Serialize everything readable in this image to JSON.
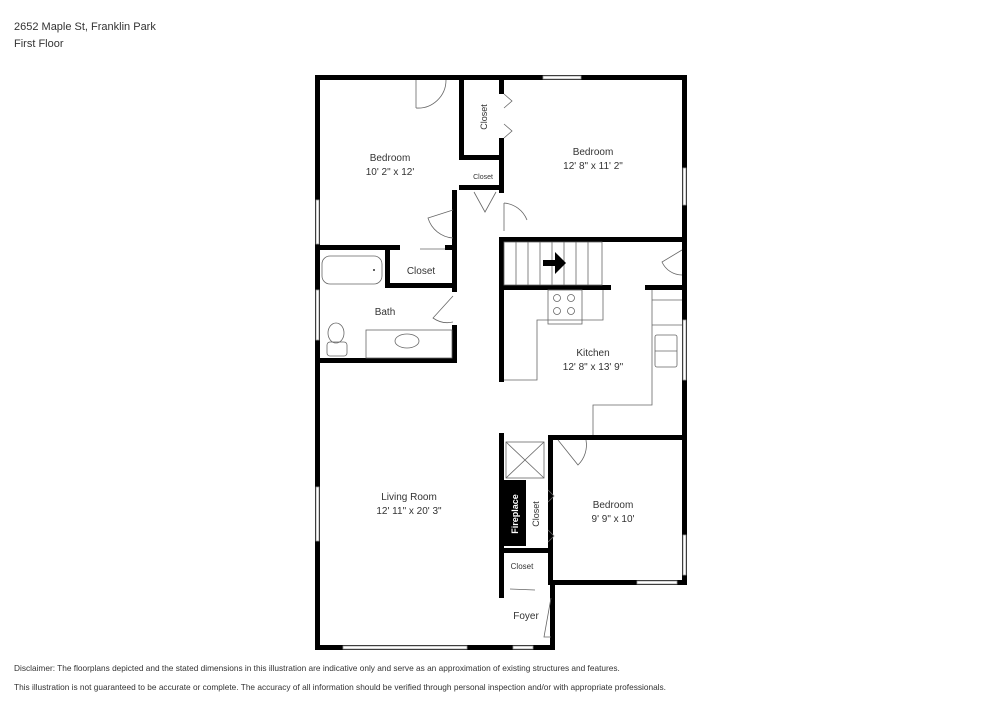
{
  "header": {
    "address": "2652 Maple St, Franklin Park",
    "floor": "First Floor"
  },
  "rooms": {
    "bedroom1": {
      "name": "Bedroom",
      "dims": "10' 2\" x 12'"
    },
    "bedroom2": {
      "name": "Bedroom",
      "dims": "12' 8\" x 11' 2\""
    },
    "bedroom3": {
      "name": "Bedroom",
      "dims": "9' 9\" x 10'"
    },
    "kitchen": {
      "name": "Kitchen",
      "dims": "12' 8\" x 13' 9\""
    },
    "living": {
      "name": "Living Room",
      "dims": "12' 11\" x 20' 3\""
    },
    "bath": {
      "name": "Bath"
    },
    "foyer": {
      "name": "Foyer"
    },
    "fireplace": {
      "name": "Fireplace"
    },
    "closet_a": {
      "name": "Closet"
    },
    "closet_b": {
      "name": "Closet"
    },
    "closet_c": {
      "name": "Closet"
    },
    "closet_d": {
      "name": "Closet"
    },
    "closet_e": {
      "name": "Closet"
    }
  },
  "disclaimer": {
    "line1": "Disclaimer: The floorplans depicted and the stated dimensions in this illustration are indicative only and serve as an approximation of existing structures and features.",
    "line2": "This illustration is not guaranteed to be accurate or complete. The accuracy of all information should be verified through personal inspection and/or with appropriate professionals."
  },
  "colors": {
    "wall": "#000000",
    "text": "#333333",
    "background": "#ffffff"
  }
}
